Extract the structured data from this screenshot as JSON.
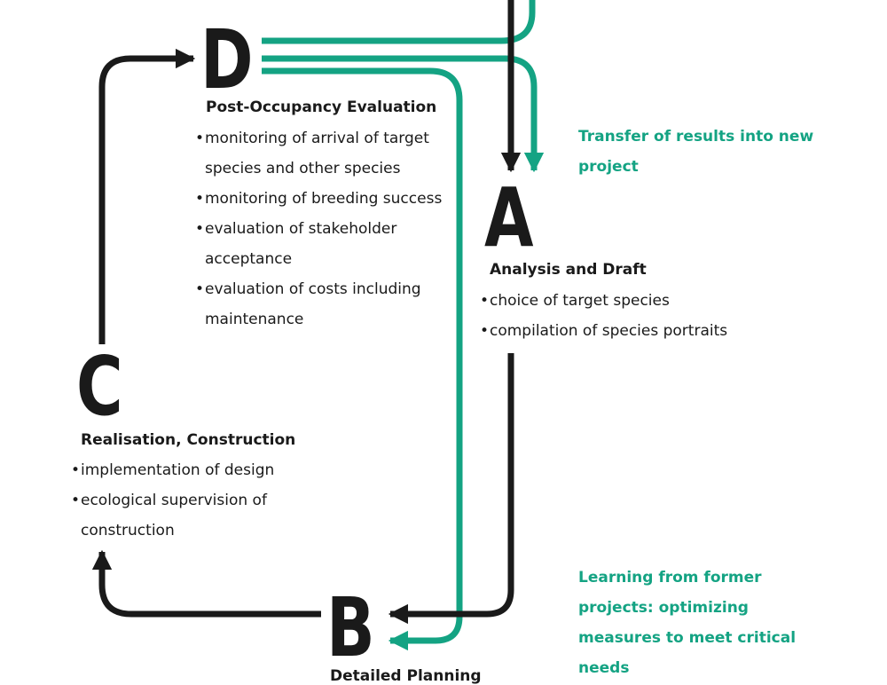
{
  "colors": {
    "dark": "#1a1a1a",
    "accent": "#14a383"
  },
  "stages": {
    "a": {
      "letter": "A",
      "title": "Analysis and Draft",
      "items": [
        "choice of target species",
        "compilation of species portraits"
      ]
    },
    "b": {
      "letter": "B",
      "title": "Detailed Planning"
    },
    "c": {
      "letter": "C",
      "title": "Realisation, Construction",
      "items": [
        "implementation of design",
        "ecological supervision of construction"
      ]
    },
    "d": {
      "letter": "D",
      "title": "Post-Occupancy Evaluation",
      "items": [
        "monitoring of arrival of target species and other species",
        "monitoring of breeding success",
        "evaluation of stakeholder acceptance",
        "evaluation of costs including maintenance"
      ]
    }
  },
  "notes": {
    "transfer": "Transfer of results into new project",
    "learning": "Learning from former projects: optimizing measures to meet critical needs"
  }
}
